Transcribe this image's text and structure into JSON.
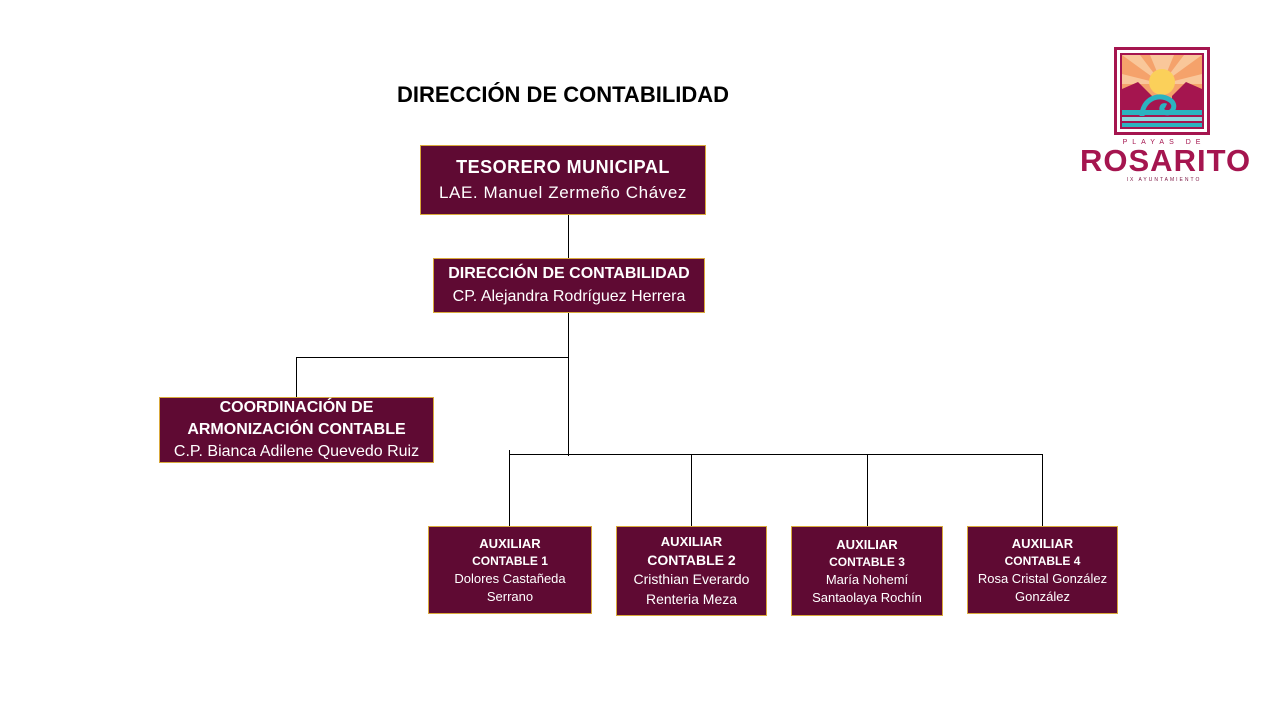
{
  "title": "DIRECCIÓN DE CONTABILIDAD",
  "colors": {
    "box_fill": "#5f0a33",
    "box_border": "#d9a93b",
    "logo_magenta": "#a5154f"
  },
  "logo": {
    "top_text": "PLAYAS DE",
    "name": "ROSARITO",
    "bottom_text": "IX AYUNTAMIENTO"
  },
  "nodes": {
    "tesorero": {
      "title": "TESORERO MUNICIPAL",
      "name": "LAE. Manuel Zermeño Chávez"
    },
    "direccion": {
      "title": "DIRECCIÓN DE CONTABILIDAD",
      "name": "CP. Alejandra Rodríguez Herrera"
    },
    "coordinacion": {
      "title_line1": "COORDINACIÓN DE",
      "title_line2": "ARMONIZACIÓN CONTABLE",
      "name": "C.P. Bianca Adilene Quevedo Ruiz"
    },
    "auxiliares": [
      {
        "title_line1": "AUXILIAR",
        "title_line2": "CONTABLE 1",
        "name_line1": "Dolores Castañeda",
        "name_line2": "Serrano"
      },
      {
        "title_line1": "AUXILIAR",
        "title_line2": "CONTABLE 2",
        "name_line1": "Cristhian Everardo",
        "name_line2": "Renteria Meza"
      },
      {
        "title_line1": "AUXILIAR",
        "title_line2": "CONTABLE 3",
        "name_line1": "María Nohemí",
        "name_line2": "Santaolaya Rochín"
      },
      {
        "title_line1": "AUXILIAR",
        "title_line2": "CONTABLE 4",
        "name_line1": "Rosa Cristal González",
        "name_line2": "González"
      }
    ]
  }
}
